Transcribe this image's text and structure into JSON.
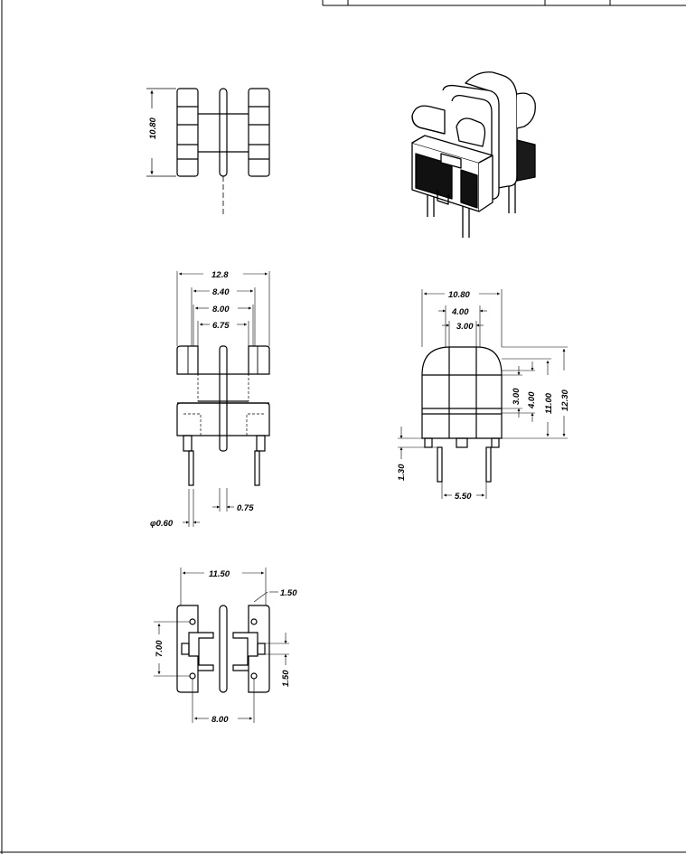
{
  "drawing": {
    "top_view": {
      "height_dim": "10.80"
    },
    "front_view": {
      "width_overall": "12.8",
      "width_flange": "8.40",
      "width_core": "8.00",
      "width_inner": "6.75",
      "pin_pitch_tol": "0.75",
      "pin_dia": "φ0.60"
    },
    "side_view": {
      "width_overall": "10.80",
      "width_mid": "4.00",
      "width_inner": "3.00",
      "height_inner": "3.00",
      "height_mid": "4.00",
      "height_body": "11.00",
      "height_overall": "12.30",
      "standoff": "1.30",
      "pin_spacing": "5.50"
    },
    "bottom_view": {
      "width_overall": "11.50",
      "slot": "1.50",
      "height_pins": "7.00",
      "slot_side": "1.50",
      "pin_pitch": "8.00"
    }
  }
}
